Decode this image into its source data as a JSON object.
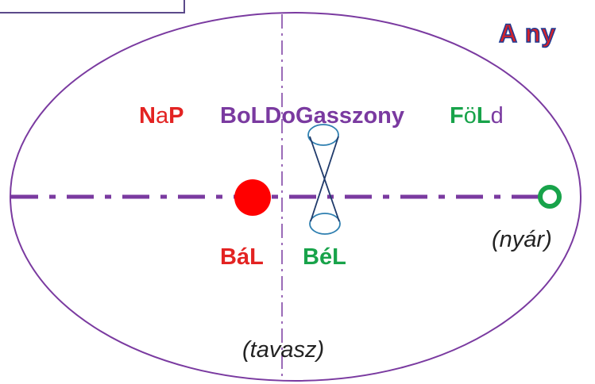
{
  "title": "A ny",
  "labels": {
    "nap_n": "N",
    "nap_a": "a",
    "nap_p": "P",
    "boldogasszony": "BoLDoGasszony",
    "fold_f": "F",
    "fold_o": "ö",
    "fold_l": "L",
    "fold_d": "d",
    "bal": "BáL",
    "bel": "BéL",
    "nyar": "(nyár)",
    "tavasz": "(tavasz)"
  },
  "colors": {
    "orbit": "#7a3aa0",
    "sun": "#ff0000",
    "earth": "#18a34a",
    "cone": "#2e7fb0",
    "cone_axis": "#1f3a6b",
    "red_text": "#e32322",
    "purple_text": "#7a3aa0",
    "green_text": "#18a34a"
  }
}
